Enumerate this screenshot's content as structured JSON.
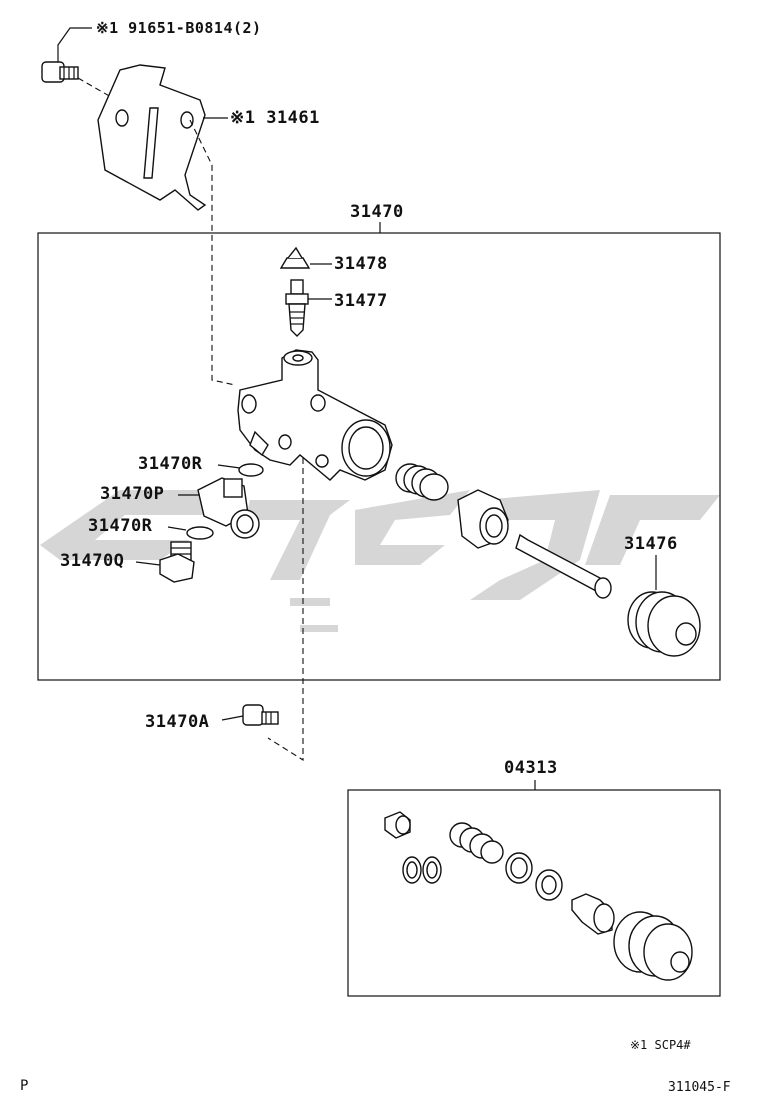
{
  "watermark_color": "#c9c9c9",
  "labels": {
    "bolt_91651": "※1 91651-B0814(2)",
    "bracket_31461": "※1 31461",
    "assy_31470": "31470",
    "cap_31478": "31478",
    "bleeder_31477": "31477",
    "ring_31470R_top": "31470R",
    "union_31470P": "31470P",
    "ring_31470R_bottom": "31470R",
    "plug_31470Q": "31470Q",
    "push_rod_31476": "31476",
    "bolt_31470A": "31470A",
    "kit_04313": "04313"
  },
  "footnote": "※1 SCP4#",
  "corner_mark": "P",
  "figure_code": "311045-F"
}
